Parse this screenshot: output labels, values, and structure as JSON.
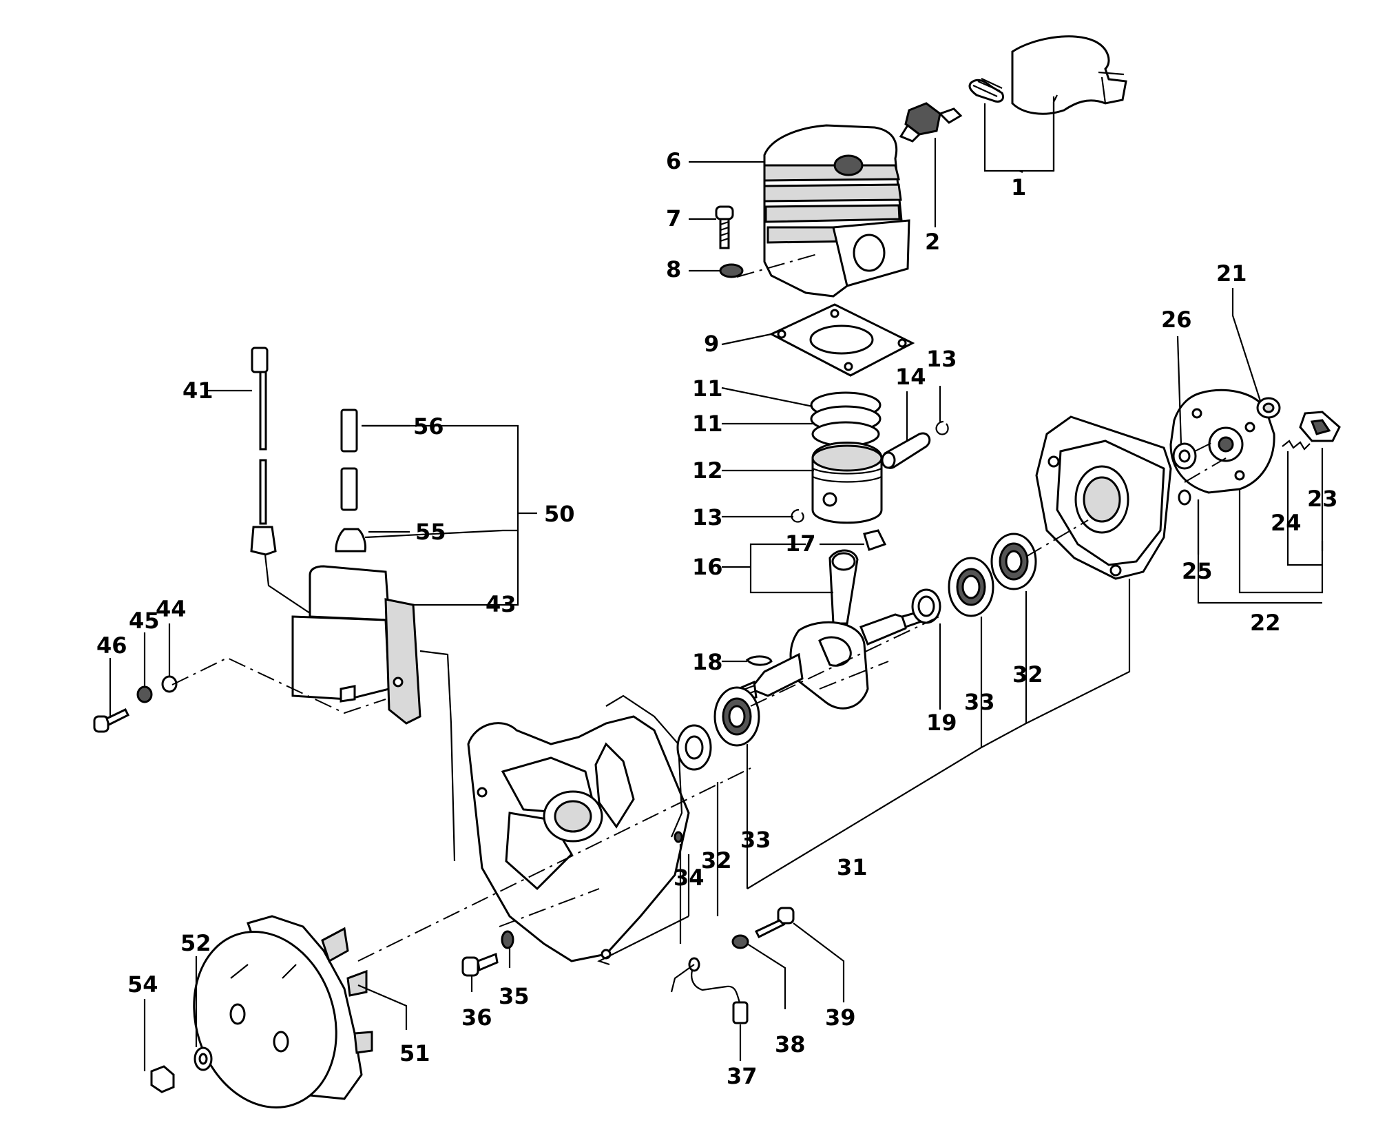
{
  "labels": {
    "l1": "1",
    "l2": "2",
    "l6": "6",
    "l7": "7",
    "l8": "8",
    "l9": "9",
    "l11a": "11",
    "l11b": "11",
    "l12": "12",
    "l13a": "13",
    "l13b": "13",
    "l14": "14",
    "l16": "16",
    "l17": "17",
    "l18": "18",
    "l19": "19",
    "l21": "21",
    "l22": "22",
    "l23": "23",
    "l24": "24",
    "l25": "25",
    "l26": "26",
    "l31": "31",
    "l32a": "32",
    "l32b": "32",
    "l33a": "33",
    "l33b": "33",
    "l34": "34",
    "l35": "35",
    "l36": "36",
    "l37": "37",
    "l38": "38",
    "l39": "39",
    "l41": "41",
    "l43": "43",
    "l44": "44",
    "l45": "45",
    "l46": "46",
    "l50": "50",
    "l51": "51",
    "l52": "52",
    "l54": "54",
    "l55": "55",
    "l56": "56"
  }
}
